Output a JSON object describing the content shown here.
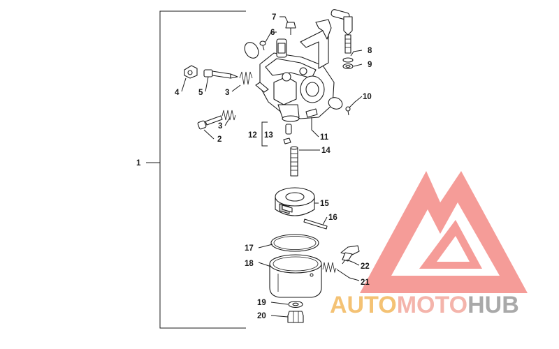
{
  "callouts": {
    "n1": "1",
    "n2": "2",
    "n3a": "3",
    "n3b": "3",
    "n4": "4",
    "n5": "5",
    "n6": "6",
    "n7": "7",
    "n8": "8",
    "n9": "9",
    "n10": "10",
    "n11": "11",
    "n12": "12",
    "n13": "13",
    "n14": "14",
    "n15": "15",
    "n16": "16",
    "n17": "17",
    "n18": "18",
    "n19": "19",
    "n20": "20",
    "n21": "21",
    "n22": "22"
  },
  "watermark": {
    "part1": "AUTO",
    "part2": "MOTO",
    "part3": "HUB",
    "colors": {
      "auto": "#f2b75c",
      "moto": "#f2a79c",
      "hub": "#9a9a9a",
      "logo": "#f06d67"
    }
  }
}
